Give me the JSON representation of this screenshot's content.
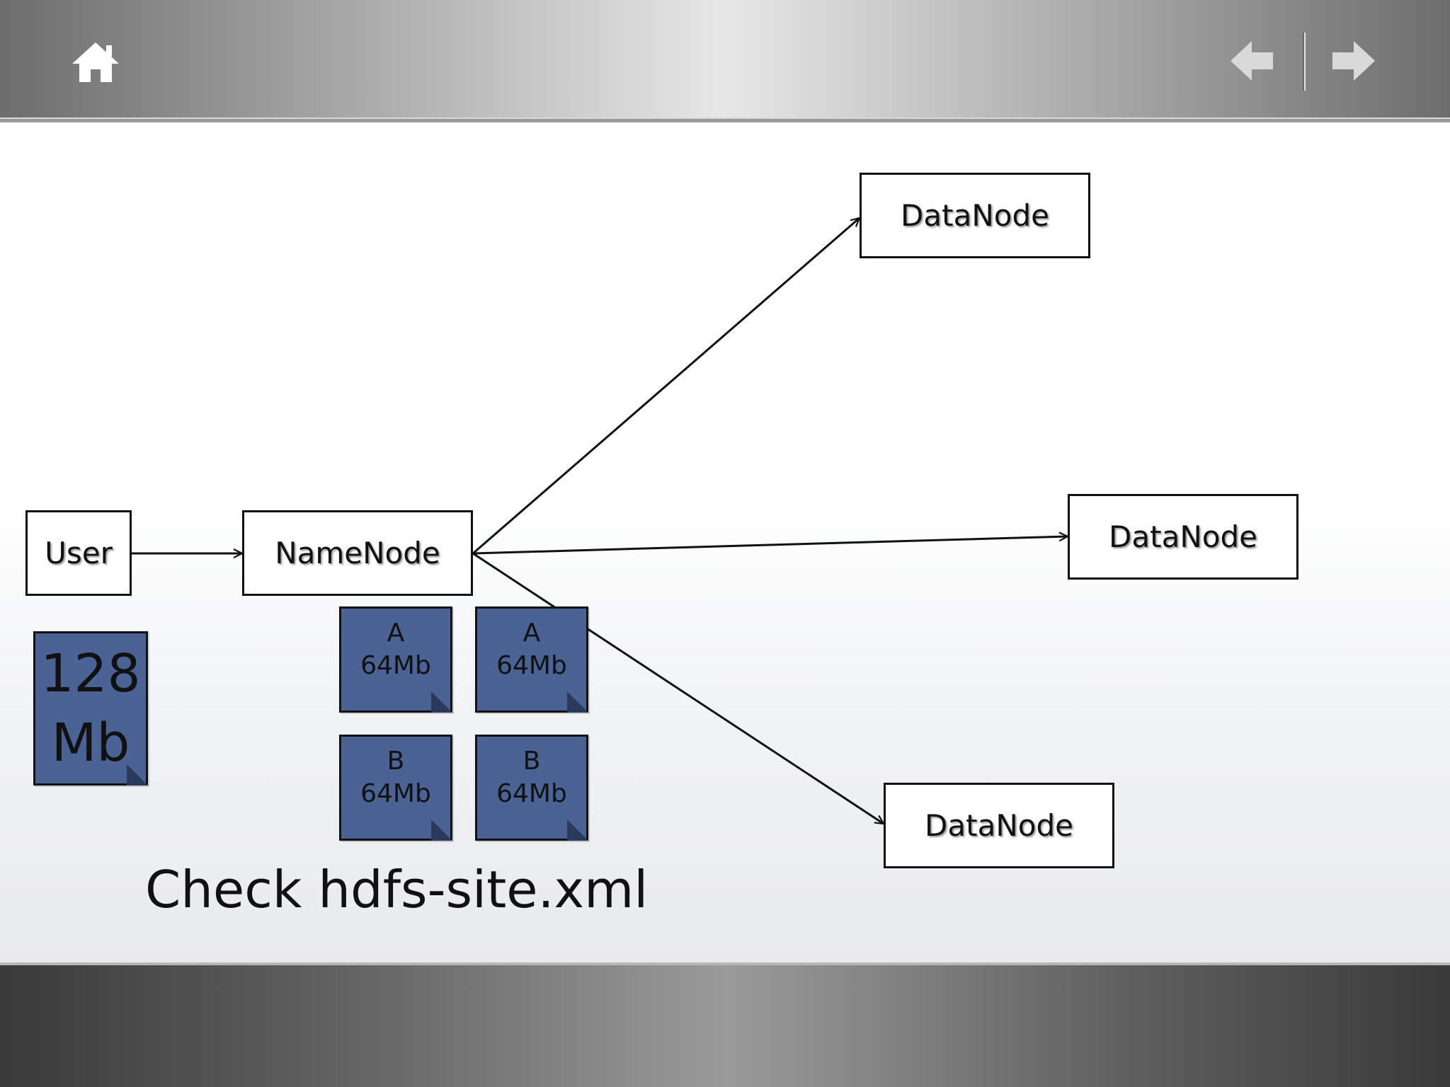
{
  "nav": {
    "home_icon": "home-icon",
    "back_icon": "arrow-left-icon",
    "forward_icon": "arrow-right-icon"
  },
  "diagram": {
    "user_label": "User",
    "namenode_label": "NameNode",
    "datanodes": [
      "DataNode",
      "DataNode",
      "DataNode"
    ],
    "file_block": {
      "line1": "128",
      "line2": "Mb"
    },
    "blocks": [
      {
        "name": "A",
        "size": "64Mb"
      },
      {
        "name": "A",
        "size": "64Mb"
      },
      {
        "name": "B",
        "size": "64Mb"
      },
      {
        "name": "B",
        "size": "64Mb"
      }
    ],
    "caption": "Check hdfs-site.xml"
  },
  "colors": {
    "block_fill": "#4a6394",
    "line": "#111111"
  }
}
